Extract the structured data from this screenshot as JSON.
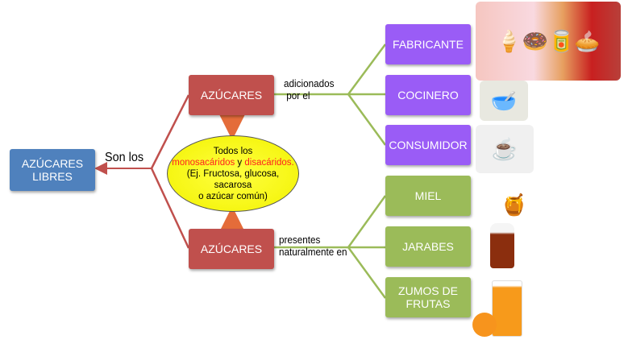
{
  "root": {
    "label": "AZÚCARES LIBRES",
    "connector": "Son los"
  },
  "added": {
    "label": "AZÚCARES",
    "connector_line1": "adicionados",
    "connector_line2": "por el",
    "items": [
      "FABRICANTE",
      "COCINERO",
      "CONSUMIDOR"
    ]
  },
  "natural": {
    "label": "AZÚCARES",
    "connector_line1": "presentes",
    "connector_line2": "naturalmente en",
    "items": [
      "MIEL",
      "JARABES",
      "ZUMOS DE FRUTAS"
    ]
  },
  "definition": {
    "line1": "Todos los",
    "mono": "monosacáridos",
    "y": " y ",
    "di": "disacáridos",
    "dot": ".",
    "line3": "(Ej. Fructosa, glucosa, sacarosa",
    "line4": "o azúcar común)"
  },
  "colors": {
    "blue": "#4f81bd",
    "red": "#c0504d",
    "purple": "#9a5cf6",
    "green": "#9bbb59",
    "highlight": "#ff2020"
  }
}
